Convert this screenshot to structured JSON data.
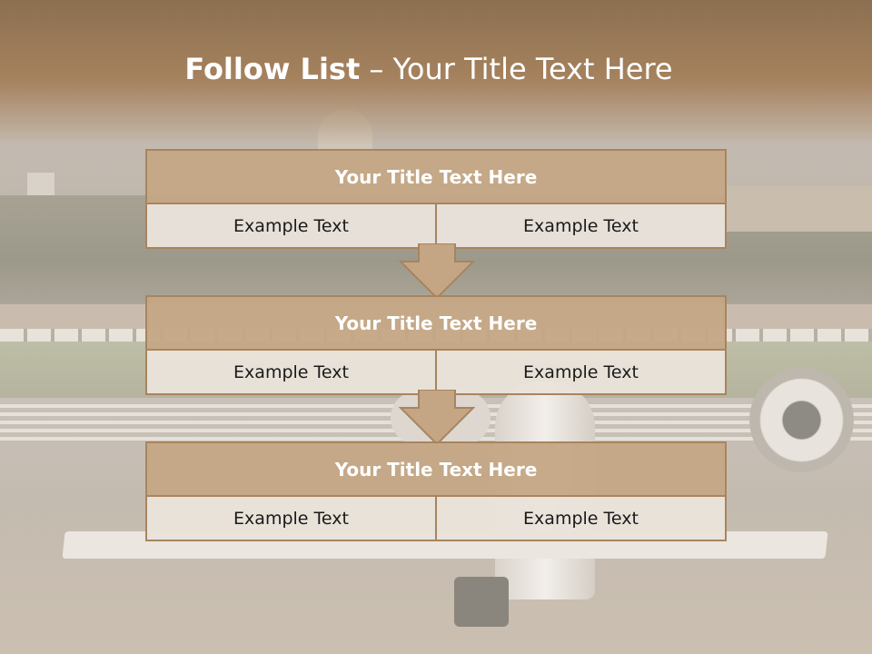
{
  "slide": {
    "title_bold": "Follow List",
    "title_rest": " – Your Title Text Here"
  },
  "steps": [
    {
      "heading": "Your Title Text Here",
      "left": "Example Text",
      "right": "Example Text"
    },
    {
      "heading": "Your Title Text Here",
      "left": "Example Text",
      "right": "Example Text"
    },
    {
      "heading": "Your Title Text Here",
      "left": "Example Text",
      "right": "Example Text"
    }
  ],
  "colors": {
    "header": "#a6825e",
    "box_header": "#c4a685",
    "box_border": "#a8845f",
    "cell_background": "#e9e3db"
  }
}
